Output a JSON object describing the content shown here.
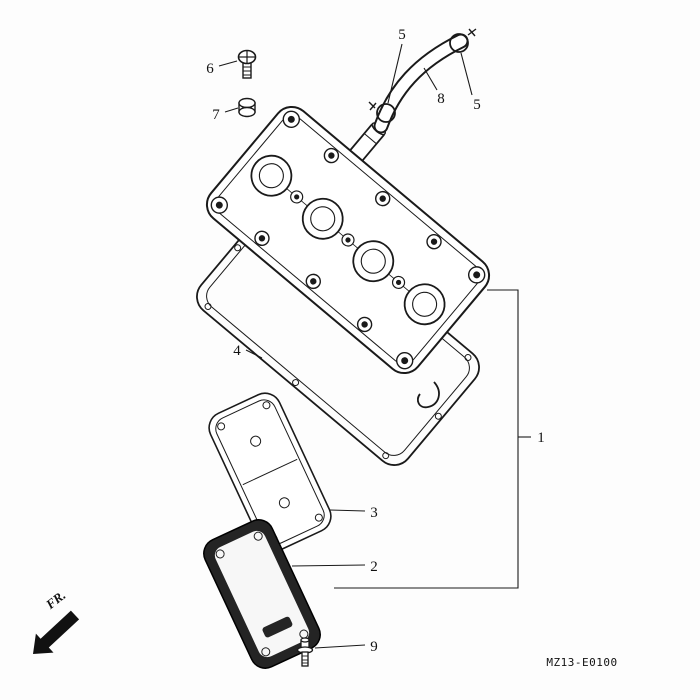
{
  "colors": {
    "ink": "#1a1a1a",
    "background": "#fdfdfd",
    "cover_fill": "#ffffff",
    "dark_part": "#242424"
  },
  "diagram": {
    "code": "MZ13-E0100",
    "front_label": "FR.",
    "callouts": {
      "c1": "1",
      "c2": "2",
      "c3": "3",
      "c4": "4",
      "c5_left": "5",
      "c5_right": "5",
      "c6": "6",
      "c7": "7",
      "c8": "8",
      "c9": "9"
    }
  }
}
